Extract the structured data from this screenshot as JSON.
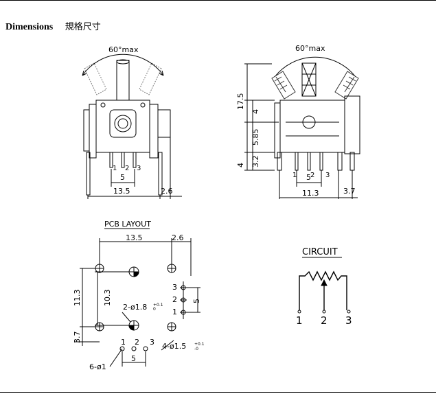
{
  "header": {
    "title_en": "Dimensions",
    "title_zh": "規格尺寸"
  },
  "front_view": {
    "angle": "60°max",
    "pins": [
      "1",
      "2",
      "3"
    ],
    "dim_pitch": "5",
    "dim_width": "13.5",
    "dim_side": "2.6"
  },
  "side_view": {
    "angle": "60°max",
    "dim_height": "17.5",
    "dim_4": "4",
    "dim_585": "5.85",
    "dim_32": "3.2",
    "dim_4b": "4",
    "pins": [
      "1",
      "2",
      "3"
    ],
    "dim_pitch": "5",
    "dim_width": "11.3",
    "dim_side": "3.7"
  },
  "pcb": {
    "title": "PCB LAYOUT",
    "dim_135": "13.5",
    "dim_26": "2.6",
    "dim_113": "11.3",
    "dim_103": "10.3",
    "dim_37": "3.7",
    "hole_label": "2-ø1.8",
    "hole_tol": "+0.1",
    "hole_tol2": "0",
    "small_hole": "4-ø1.5",
    "small_tol": "+0.1",
    "small_tol2": "-0",
    "pin_hole": "6-ø1",
    "pitch": "5",
    "pins": [
      "1",
      "2",
      "3"
    ],
    "side_pins": [
      "3",
      "2",
      "1"
    ],
    "side_pitch": "5"
  },
  "circuit": {
    "title": "CIRCUIT",
    "pins": [
      "1",
      "2",
      "3"
    ]
  }
}
